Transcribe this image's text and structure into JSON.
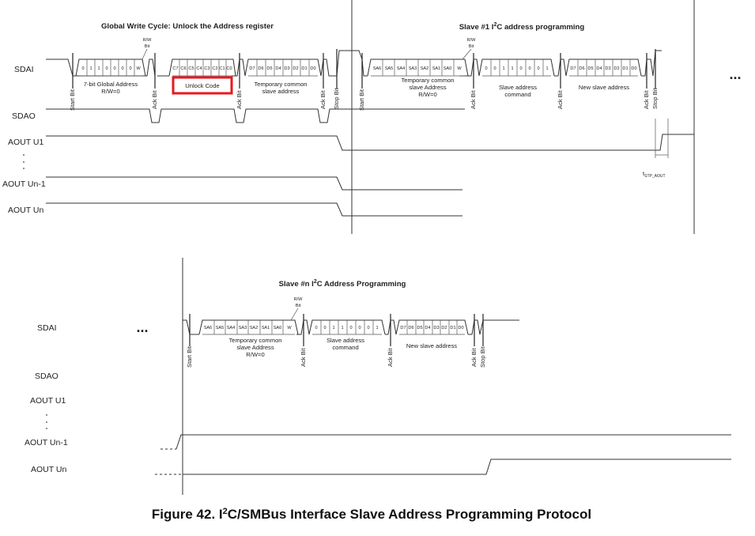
{
  "top": {
    "title_left": "Global Write Cycle: Unlock the Address register",
    "title_right_pre": "Slave #1 I",
    "title_right_sup": "2",
    "title_right_post": "C address programming",
    "signals": [
      "SDAI",
      "SDAO",
      "AOUT U1",
      "AOUT Un-1",
      "AOUT Un"
    ],
    "rw1": "R/W",
    "rw2": "Bit",
    "byte1_bits": [
      "0",
      "1",
      "1",
      "0",
      "0",
      "0",
      "0",
      "W"
    ],
    "byte2_bits": [
      "C7",
      "C6",
      "C5",
      "C4",
      "C3",
      "C2",
      "C1",
      "C0"
    ],
    "byte3_bits": [
      "D7",
      "D6",
      "D5",
      "D4",
      "D3",
      "D2",
      "D1",
      "D0"
    ],
    "byte4_bits": [
      "SA6",
      "SA5",
      "SA4",
      "SA3",
      "SA2",
      "SA1",
      "SA0",
      "W"
    ],
    "byte5_bits": [
      "0",
      "0",
      "1",
      "1",
      "0",
      "0",
      "0",
      "1"
    ],
    "byte6_bits": [
      "D7",
      "D6",
      "D5",
      "D4",
      "D3",
      "D2",
      "D1",
      "D0"
    ],
    "b1a": "7-bit Global Address",
    "b1b": "R/W=0",
    "b2": "Unlock Code",
    "b3a": "Temporary common",
    "b3b": "slave address",
    "b4a": "Temporary common",
    "b4b": "slave Address",
    "b4c": "R/W=0",
    "b5a": "Slave address",
    "b5b": "command",
    "b6": "New slave address",
    "start": "Start Bit",
    "ack": "Ack Bit",
    "stop": "Stop Bit",
    "tstp_main": "t",
    "tstp_sub": "STP_AOUT",
    "ellipsis": "..."
  },
  "bottom": {
    "title_pre": "Slave #n I",
    "title_sup": "2",
    "title_post": "C Address Programming",
    "signals": [
      "SDAI",
      "SDAO",
      "AOUT U1",
      "AOUT Un-1",
      "AOUT Un"
    ],
    "rw1": "R/W",
    "rw2": "Bit",
    "byte1_bits": [
      "SA6",
      "SA5",
      "SA4",
      "SA3",
      "SA2",
      "SA1",
      "SA0",
      "W"
    ],
    "byte2_bits": [
      "0",
      "0",
      "1",
      "1",
      "0",
      "0",
      "0",
      "1"
    ],
    "byte3_bits": [
      "D7",
      "D6",
      "D5",
      "D4",
      "D3",
      "D2",
      "D1",
      "D0"
    ],
    "b1a": "Temporary common",
    "b1b": "slave Address",
    "b1c": "R/W=0",
    "b2a": "Slave address",
    "b2b": "command",
    "b3": "New slave address",
    "start": "Start Bit",
    "ack": "Ack Bit",
    "stop": "Stop Bit",
    "ellipsis": "..."
  },
  "caption_pre": "Figure 42.  I",
  "caption_sup": "2",
  "caption_post": "C/SMBus Interface Slave Address Programming Protocol",
  "colors": {
    "highlight": "#e8191f",
    "line": "#333333"
  }
}
